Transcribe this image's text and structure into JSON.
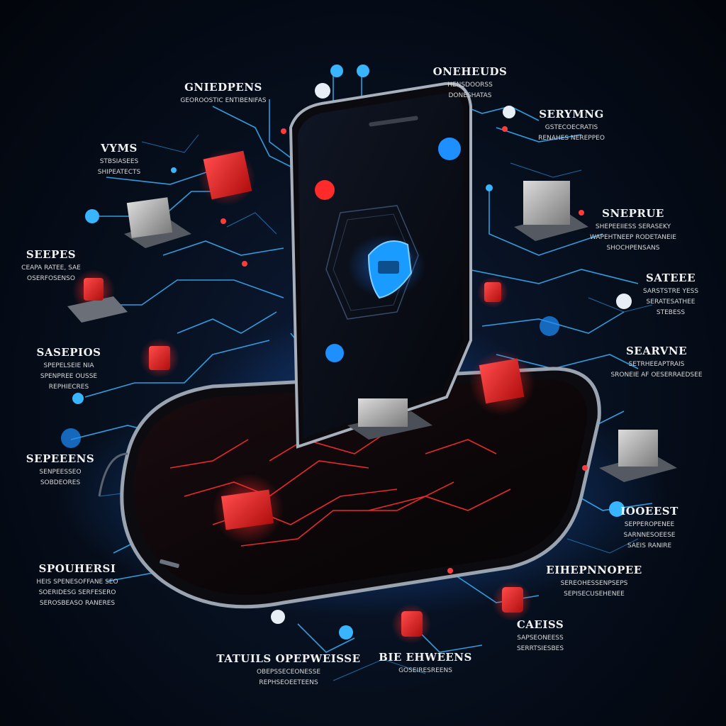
{
  "labels": [
    {
      "title": "GNIEDPENS",
      "lines": [
        "GEOROOSTIC ENTIBENIFAS"
      ]
    },
    {
      "title": "ONEHEUDS",
      "lines": [
        "HENSDOORSS",
        "DONESHATAS"
      ]
    },
    {
      "title": "SERYMNG",
      "lines": [
        "GSTECOECRATIS",
        "RENAHES NEREPPEO"
      ]
    },
    {
      "title": "VYMS",
      "lines": [
        "STBSIASEES",
        "SHIPEATECTS"
      ]
    },
    {
      "title": "SNEPRUE",
      "lines": [
        "SHEPEEIIESS SERASEKY",
        "WAPEHTNEEP RODETANEIE",
        "SHOCHPENSANS"
      ]
    },
    {
      "title": "SEEPES",
      "lines": [
        "CEAPA RATEE, SAE",
        "OSERFOSENSO"
      ]
    },
    {
      "title": "SATEEE",
      "lines": [
        "SARSTSTRE YESS",
        "SERATESATHEE",
        "STEBESS"
      ]
    },
    {
      "title": "SASEPIOS",
      "lines": [
        "SPEPELSEIE NIA",
        "SPENPREE OUSSE",
        "REPHIECRES"
      ]
    },
    {
      "title": "SEARVNE",
      "lines": [
        "SETRHEEAPTRAIS",
        "SRONEIE AF OESERRAEDSEE"
      ]
    },
    {
      "title": "SEPEEENS",
      "lines": [
        "SENPEESSEO",
        "SOBDEORES"
      ]
    },
    {
      "title": "IOOEEST",
      "lines": [
        "SEPPEROPENEE",
        "SARNNESOEESE",
        "SAEIS RANIRE"
      ]
    },
    {
      "title": "SPOUHERSI",
      "lines": [
        "HEIS SPENESOFFANE SEO",
        "SOERIDESG SERFESERO",
        "SEROSBEASO RANERES"
      ]
    },
    {
      "title": "EIHEPNNOPEE",
      "lines": [
        "SEREOHESSENPSEPS",
        "SEPISECUSEHENEE"
      ]
    },
    {
      "title": "CAEISS",
      "lines": [
        "SAPSEONEESS",
        "SERRTSIESBES"
      ]
    },
    {
      "title": "BIE EHWEENS",
      "lines": [
        "GOSEIRESREENS"
      ]
    },
    {
      "title": "TATUILS OPEPWEISSE",
      "lines": [
        "OBEPSSECEONESSE",
        "REPHSEOEETEENS"
      ]
    }
  ],
  "icons": [
    "lock-icon",
    "shield-icon",
    "server-icon",
    "chip-icon",
    "bluetooth-icon",
    "wifi-icon",
    "hand-icon",
    "key-icon"
  ],
  "colors": {
    "accent_red": "#ff2a2a",
    "accent_blue": "#33b8ff",
    "background": "#050a14"
  }
}
